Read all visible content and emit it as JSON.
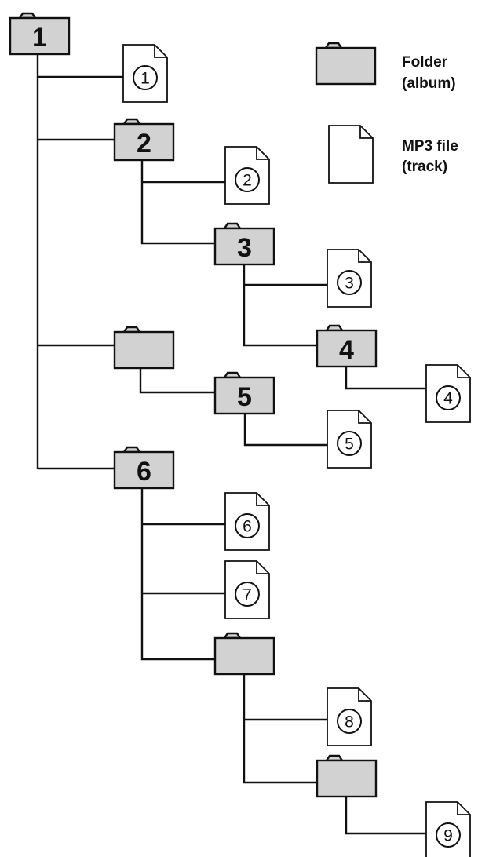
{
  "legend": {
    "folder_line1": "Folder",
    "folder_line2": "(album)",
    "file_line1": "MP3 file",
    "file_line2": "(track)"
  },
  "folders": [
    {
      "id": "f1",
      "label": "1"
    },
    {
      "id": "f2",
      "label": "2"
    },
    {
      "id": "f3",
      "label": "3"
    },
    {
      "id": "f4",
      "label": "4"
    },
    {
      "id": "fa",
      "label": ""
    },
    {
      "id": "f5",
      "label": "5"
    },
    {
      "id": "f6",
      "label": "6"
    },
    {
      "id": "fb",
      "label": ""
    },
    {
      "id": "fc",
      "label": ""
    }
  ],
  "files": [
    {
      "id": "t1",
      "label": "1"
    },
    {
      "id": "t2",
      "label": "2"
    },
    {
      "id": "t3",
      "label": "3"
    },
    {
      "id": "t4",
      "label": "4"
    },
    {
      "id": "t5",
      "label": "5"
    },
    {
      "id": "t6",
      "label": "6"
    },
    {
      "id": "t7",
      "label": "7"
    },
    {
      "id": "t8",
      "label": "8"
    },
    {
      "id": "t9",
      "label": "9"
    }
  ]
}
